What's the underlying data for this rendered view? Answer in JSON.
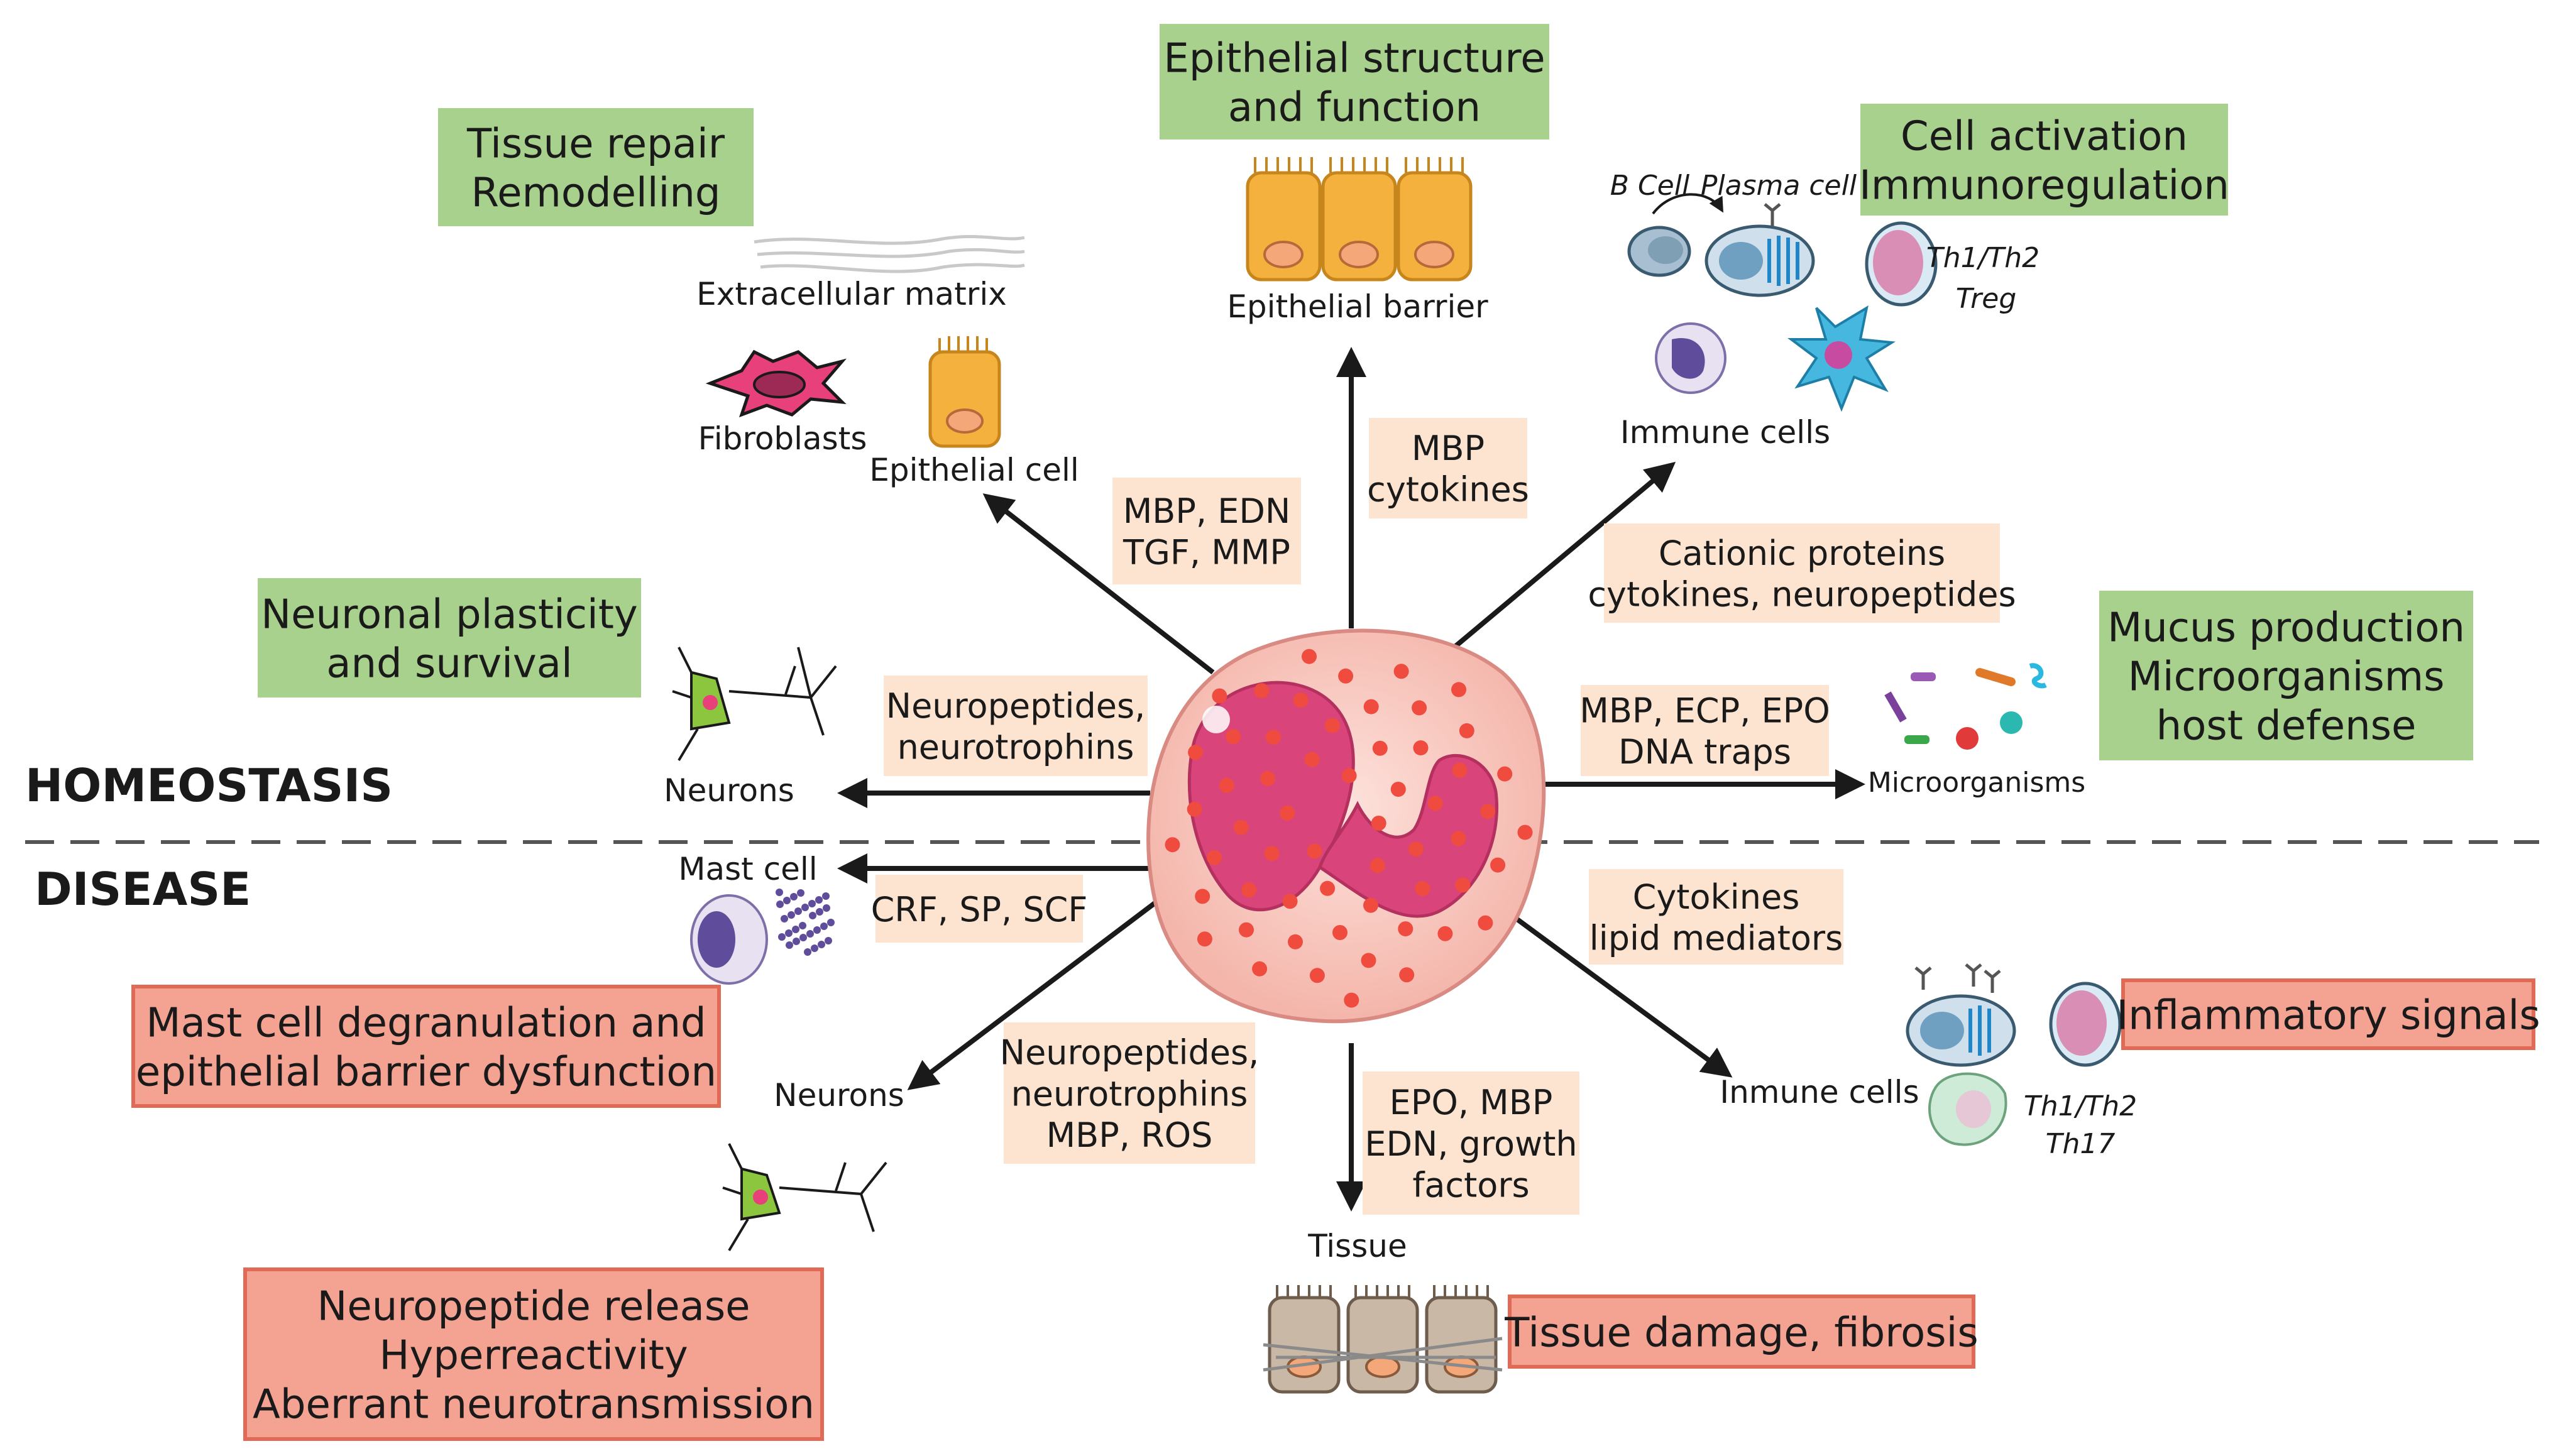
{
  "sections": {
    "homeostasis": "HOMEOSTASIS",
    "disease": "DISEASE"
  },
  "outcomes_homeostasis": {
    "tissue_repair": [
      "Tissue repair",
      "Remodelling"
    ],
    "epithelial": [
      "Epithelial structure",
      "and function"
    ],
    "cell_activation": [
      "Cell activation",
      "Immunoregulation"
    ],
    "neuronal": [
      "Neuronal plasticity",
      "and survival"
    ],
    "mucus": [
      "Mucus production",
      "Microorganisms",
      "host defense"
    ]
  },
  "outcomes_disease": {
    "mast_cell": [
      "Mast cell degranulation and",
      "epithelial barrier dysfunction"
    ],
    "inflammatory": [
      "Inflammatory signals"
    ],
    "neuropeptide": [
      "Neuropeptide release",
      "Hyperreactivity",
      "Aberrant neurotransmission"
    ],
    "tissue_damage": [
      "Tissue damage, fibrosis"
    ]
  },
  "mediators": {
    "mbp_edn_tgf_mmp": [
      "MBP, EDN",
      "TGF, MMP"
    ],
    "mbp_cytokines": [
      "MBP",
      "cytokines"
    ],
    "cationic": [
      "Cationic proteins",
      "cytokines, neuropeptides"
    ],
    "neuropeptides_top": [
      "Neuropeptides,",
      "neurotrophins"
    ],
    "mbp_ecp_epo": [
      "MBP, ECP, EPO",
      "DNA traps"
    ],
    "crf_sp_scf": [
      "CRF, SP, SCF"
    ],
    "cytokines_lipid": [
      "Cytokines",
      "lipid mediators"
    ],
    "neuropeptides_bottom": [
      "Neuropeptides,",
      "neurotrophins",
      "MBP, ROS"
    ],
    "epo_mbp_edn": [
      "EPO, MBP",
      "EDN, growth",
      "factors"
    ]
  },
  "targets": {
    "extracellular_matrix": "Extracellular matrix",
    "fibroblasts": "Fibroblasts",
    "epithelial_cell": "Epithelial cell",
    "epithelial_barrier": "Epithelial barrier",
    "b_cell": "B Cell",
    "plasma_cell": "Plasma cell",
    "th_treg": [
      "Th1/Th2",
      "Treg"
    ],
    "immune_cells": "Immune cells",
    "neurons_top": "Neurons",
    "microorganisms": "Microorganisms",
    "mast_cell": "Mast cell",
    "neurons_bottom": "Neurons",
    "inmune_cells": "Inmune cells",
    "th_th17": [
      "Th1/Th2",
      "Th17"
    ],
    "tissue": "Tissue"
  },
  "colors": {
    "homeostasis_box": "#a9d18e",
    "disease_box": "#f4a393",
    "disease_border": "#e06a55",
    "mediator_box": "#fce4d0",
    "arrow": "#1a1a1a",
    "eosinophil_body": "#f8c7c0",
    "nucleus": "#d9457a",
    "granule": "#ef4b3f"
  }
}
